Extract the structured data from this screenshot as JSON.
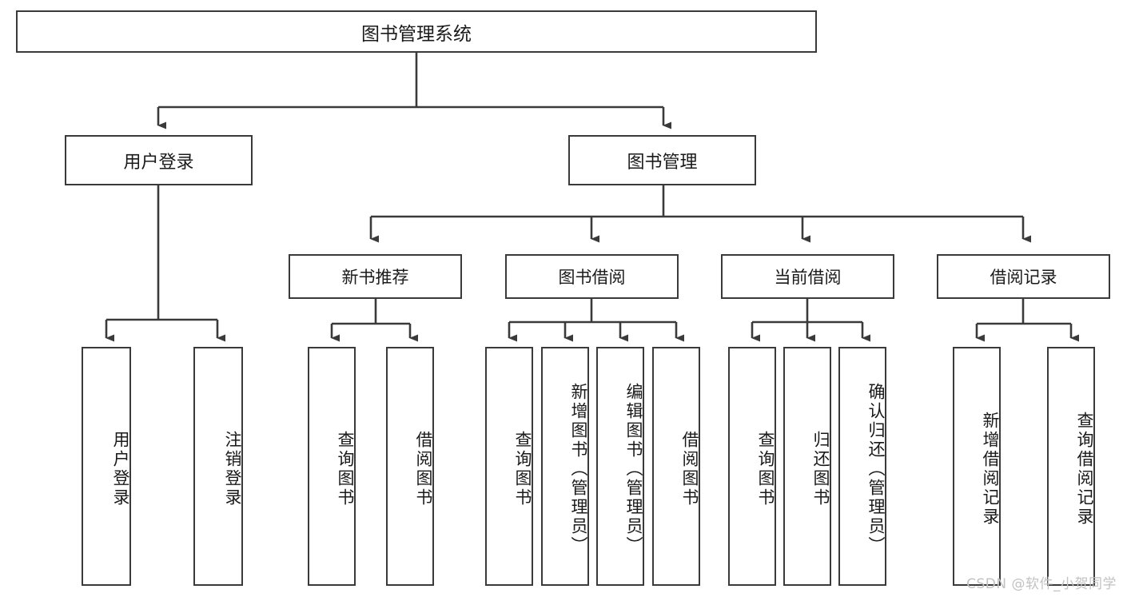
{
  "diagram": {
    "title": "图书管理系统",
    "type": "hierarchy-tree",
    "root": {
      "label": "图书管理系统"
    },
    "tier2": [
      {
        "label": "用户登录"
      },
      {
        "label": "图书管理"
      }
    ],
    "tier3": [
      {
        "label": "新书推荐"
      },
      {
        "label": "图书借阅"
      },
      {
        "label": "当前借阅"
      },
      {
        "label": "借阅记录"
      }
    ],
    "leaves": [
      {
        "label": "用户登录",
        "parent": "用户登录"
      },
      {
        "label": "注销登录",
        "parent": "用户登录"
      },
      {
        "label": "查询图书",
        "parent": "新书推荐"
      },
      {
        "label": "借阅图书",
        "parent": "新书推荐"
      },
      {
        "label": "查询图书",
        "parent": "图书借阅"
      },
      {
        "label": "新增图书（管理员）",
        "parent": "图书借阅"
      },
      {
        "label": "编辑图书（管理员）",
        "parent": "图书借阅"
      },
      {
        "label": "借阅图书",
        "parent": "图书借阅"
      },
      {
        "label": "查询图书",
        "parent": "当前借阅"
      },
      {
        "label": "归还图书",
        "parent": "当前借阅"
      },
      {
        "label": "确认归还（管理员）",
        "parent": "当前借阅"
      },
      {
        "label": "新增借阅记录",
        "parent": "借阅记录"
      },
      {
        "label": "查询借阅记录",
        "parent": "借阅记录"
      }
    ],
    "colors": {
      "border": "#3a3a3a",
      "background": "#ffffff",
      "text": "#1a1a1a",
      "connector": "#3a3a3a",
      "watermark": "#c2c2c2"
    }
  },
  "watermark": {
    "text": "CSDN @软件_小贺同学"
  }
}
